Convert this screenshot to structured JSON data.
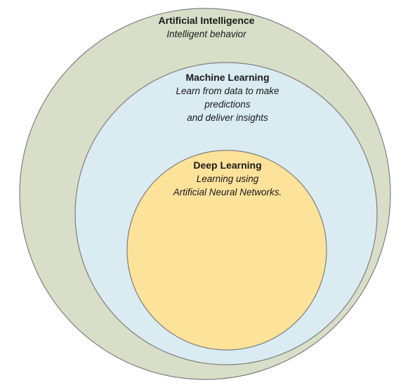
{
  "colors": {
    "ai_fill": "#d9dec8",
    "ml_fill": "#daebf2",
    "dl_fill": "#fde29a",
    "stroke": "#7f7f7f"
  },
  "ai": {
    "title": "Artificial Intelligence",
    "description": "Intelligent behavior"
  },
  "ml": {
    "title": "Machine Learning",
    "description_lines": [
      "Learn from data to make",
      "predictions",
      "and deliver insights"
    ]
  },
  "dl": {
    "title": "Deep Learning",
    "description_lines": [
      "Learning using",
      "Artificial Neural Networks."
    ]
  }
}
